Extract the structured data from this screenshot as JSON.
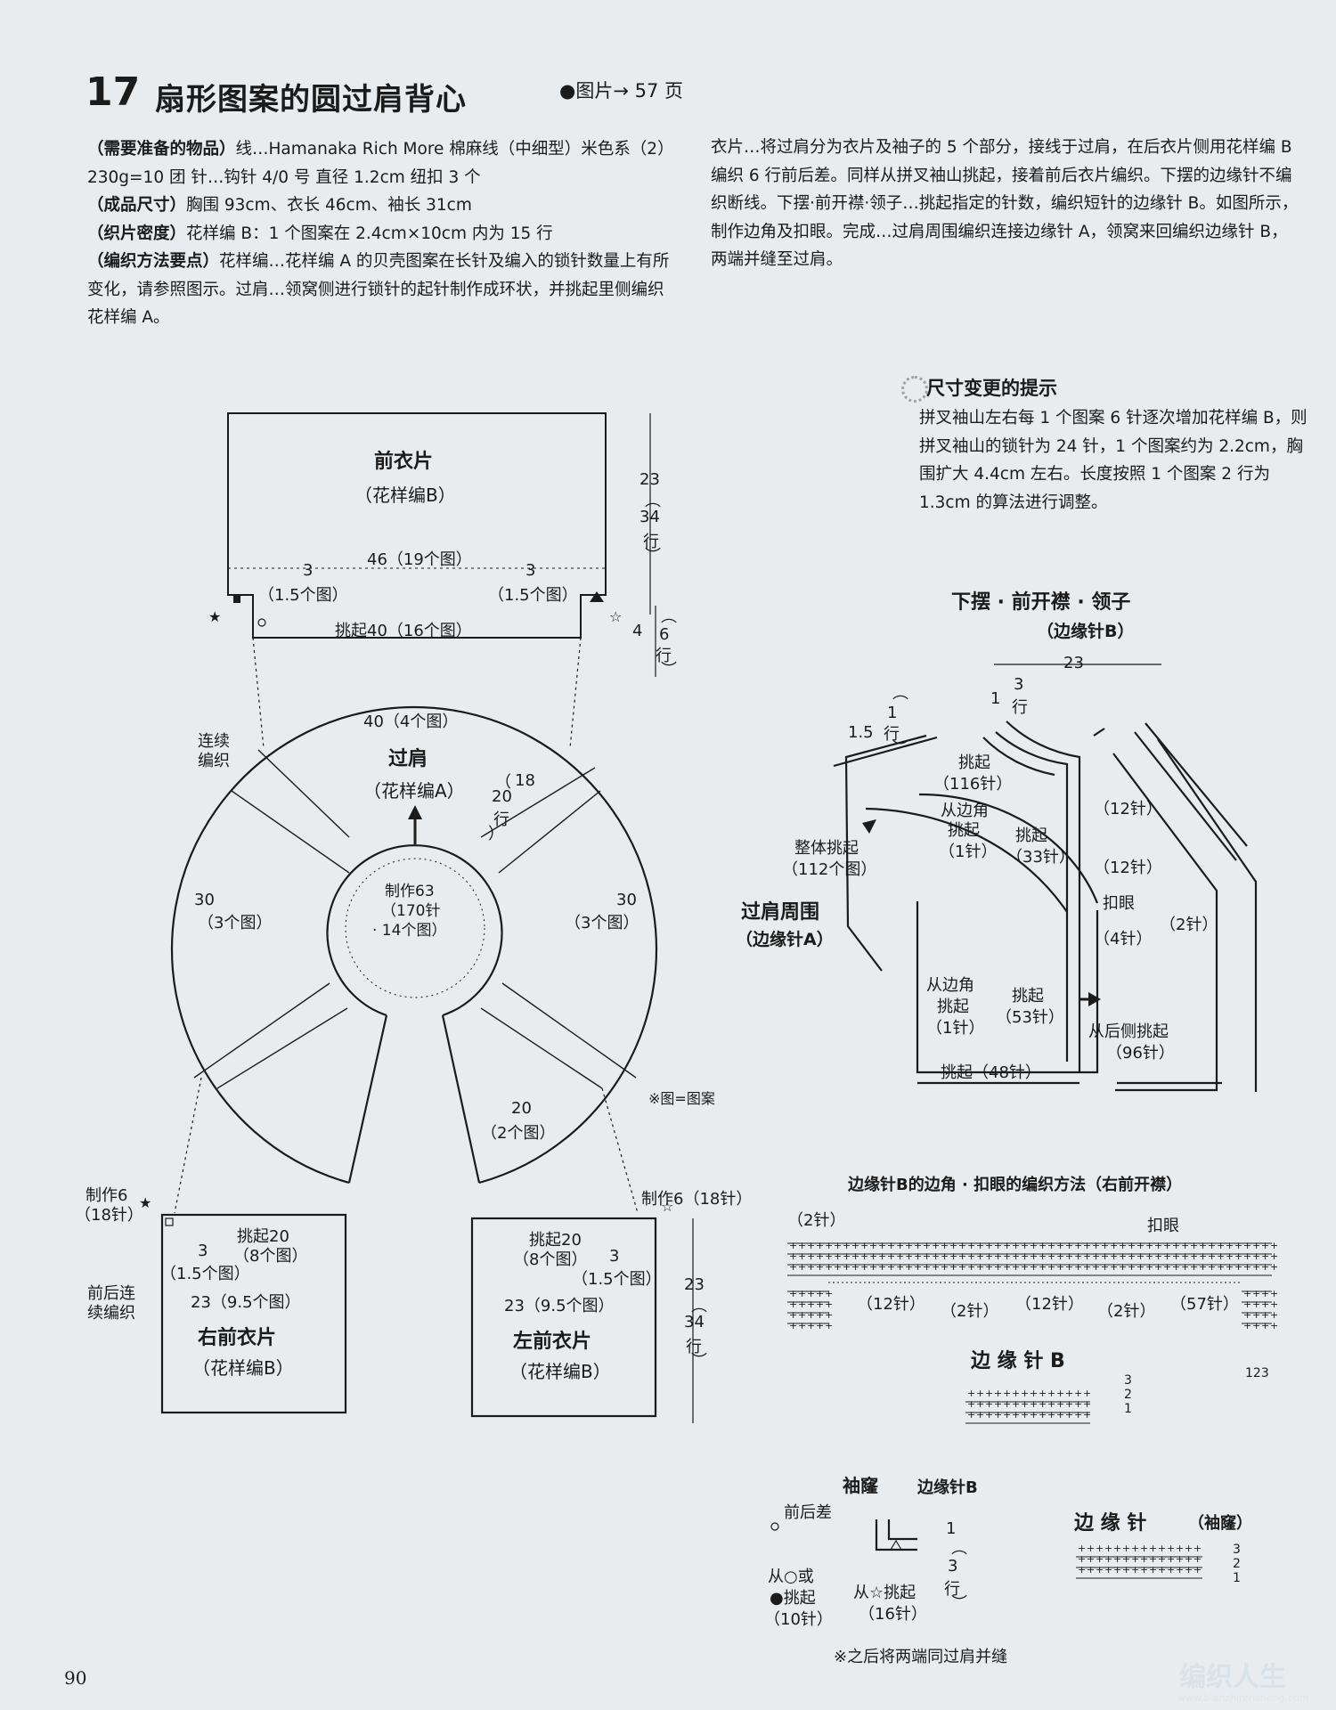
{
  "header": {
    "number": "17",
    "title": "扇形图案的圆过肩背心",
    "photo_ref": "●图片→ 57 页"
  },
  "left_text": [
    {
      "label": "（需要准备的物品）",
      "text": "线…Hamanaka Rich More 棉麻线（中细型）米色系（2）230g=10 团 针…钩针 4/0 号 直径 1.2cm 纽扣 3 个"
    },
    {
      "label": "（成品尺寸）",
      "text": "胸围 93cm、衣长 46cm、袖长 31cm"
    },
    {
      "label": "（织片密度）",
      "text": "花样编 B：1 个图案在 2.4cm×10cm 内为 15 行"
    },
    {
      "label": "（编织方法要点）",
      "text": "花样编…花样编 A 的贝壳图案在长针及编入的锁针数量上有所变化，请参照图示。过肩…领窝侧进行锁针的起针制作成环状，并挑起里侧编织花样编 A。"
    }
  ],
  "right_text": "衣片…将过肩分为衣片及袖子的 5 个部分，接线于过肩，在后衣片侧用花样编 B 编织 6 行前后差。同样从拼叉袖山挑起，接着前后衣片编织。下摆的边缘针不编织断线。下摆·前开襟·领子…挑起指定的针数，编织短针的边缘针 B。如图所示，制作边角及扣眼。完成…过肩周围编织连接边缘针 A，领窝来回编织边缘针 B，两端并缝至过肩。",
  "tip": {
    "title": "尺寸变更的提示",
    "text": "拼叉袖山左右每 1 个图案 6 针逐次增加花样编 B，则拼叉袖山的锁针为 24 针，1 个图案约为 2.2cm，胸围扩大 4.4cm 左右。长度按照 1 个图案 2 行为 1.3cm 的算法进行调整。"
  },
  "back_panel": {
    "name": "前衣片",
    "pattern": "（花样编B）",
    "width": "46（19个图）",
    "left_side": "3",
    "left_side_pattern": "（1.5个图）",
    "right_side": "3",
    "right_side_pattern": "（1.5个图）",
    "pickup": "挑起40（16个图）",
    "height": "23",
    "height_rows_open": "（",
    "height_rows_num": "34",
    "height_rows_unit": "行",
    "height_rows_close": "）",
    "step": "4",
    "step_rows_open": "（",
    "step_rows_num": "6",
    "step_rows_unit": "行",
    "step_rows_close": "）"
  },
  "yoke": {
    "name": "过肩",
    "pattern": "（花样编A）",
    "top": "40（4个图）",
    "side_len": "18",
    "side_rows_open": "（",
    "side_rows_num": "20",
    "side_rows_unit": "行",
    "side_rows_close": "）",
    "left_30": "30",
    "left_30_pattern": "（3个图）",
    "right_30": "30",
    "right_30_pattern": "（3个图）",
    "bottom_20": "20",
    "bottom_20_pattern": "（2个图）",
    "center_1": "制作63",
    "center_2": "（170针",
    "center_3": "· 14个图）",
    "continuous_1": "连续",
    "continuous_2": "编织",
    "note": "※图=图案"
  },
  "right_front": {
    "name": "右前衣片",
    "pattern": "（花样编B）",
    "make_1": "制作6",
    "make_2": "（18针）",
    "pickup": "挑起20",
    "pickup_pattern": "（8个图）",
    "side": "3",
    "side_pattern": "（1.5个图）",
    "width": "23（9.5个图）",
    "cont_1": "前后连",
    "cont_2": "续编织"
  },
  "left_front": {
    "name": "左前衣片",
    "pattern": "（花样编B）",
    "make": "制作6（18针）",
    "pickup": "挑起20",
    "pickup_pattern": "（8个图）",
    "side": "3",
    "side_pattern": "（1.5个图）",
    "width": "23（9.5个图）",
    "height": "23",
    "height_rows_open": "（",
    "height_rows_num": "34",
    "height_rows_unit": "行",
    "height_rows_close": "）"
  },
  "hem": {
    "title": "下摆 · 前开襟 · 领子",
    "subtitle": "（边缘针B）",
    "width": "23",
    "n1": "1",
    "n3": "3",
    "n3_unit": "行",
    "n1_row_open": "（",
    "n1_row_num": "1",
    "n1_row_unit": "行",
    "n1_row_close": "）",
    "n15": "1.5",
    "pick_116_1": "挑起",
    "pick_116_2": "（116针）",
    "corner_1": "从边角",
    "corner_2": "挑起",
    "corner_3": "（1针）",
    "pick_33_1": "挑起",
    "pick_33_2": "（33针）",
    "st_12a": "（12针）",
    "st_12b": "（12针）",
    "buttonhole": "扣眼",
    "st_4": "（4针）",
    "st_2": "（2针）",
    "overall_1": "整体挑起",
    "overall_2": "（112个图）",
    "yoke_around_1": "过肩周围",
    "yoke_around_2": "（边缘针A）",
    "corner2_1": "从边角",
    "corner2_2": "挑起",
    "corner2_3": "（1针）",
    "pick_53_1": "挑起",
    "pick_53_2": "（53针）",
    "back_pick_1": "从后侧挑起",
    "back_pick_2": "（96针）",
    "pick_48": "挑起（48针）"
  },
  "chart_b": {
    "title": "边缘针B的边角 · 扣眼的编织方法（右前开襟）",
    "st2a": "（2针）",
    "buttonhole": "扣眼",
    "st12a": "（12针）",
    "st2b": "（2针）",
    "st12b": "（12针）",
    "st2c": "（2针）",
    "st57": "（57针）",
    "rows": "123",
    "edge_title": "边 缘 针 B",
    "r3": "3",
    "r2": "2",
    "r1": "1"
  },
  "armhole": {
    "title": "袖窿",
    "title2": "边缘针B",
    "diff": "前后差",
    "n1": "1",
    "rows_open": "（",
    "rows_num": "3",
    "rows_unit": "行",
    "rows_close": "）",
    "from_1": "从○或",
    "from_2": "●挑起",
    "from_3": "（10针）",
    "star_1": "从☆挑起",
    "star_2": "（16针）",
    "edge_title": "边 缘 针",
    "edge_sub": "（袖窿）",
    "r3": "3",
    "r2": "2",
    "r1": "1",
    "note": "※之后将两端同过肩并缝"
  },
  "page_number": "90",
  "watermark": {
    "text": "编织人生",
    "url": "www.bianzhirensheng.com"
  }
}
